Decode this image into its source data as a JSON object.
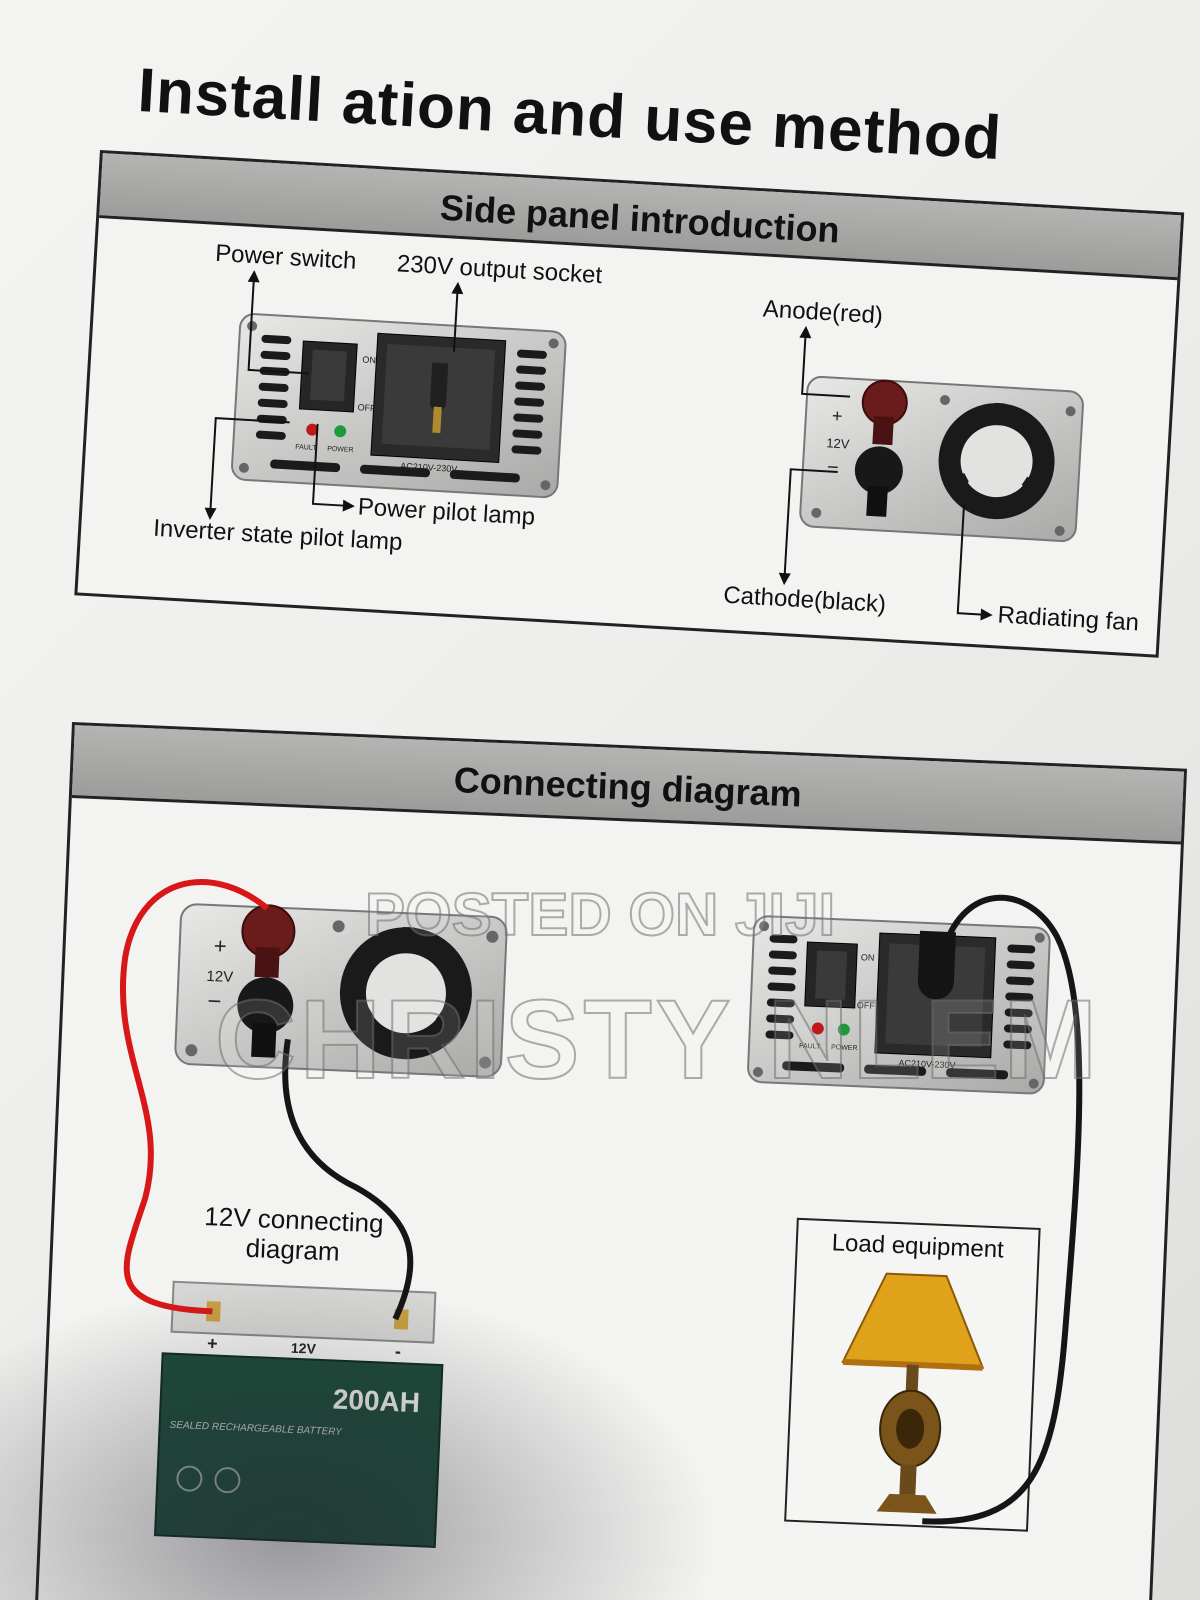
{
  "page": {
    "title": "Install ation and use method"
  },
  "side_panel": {
    "heading": "Side panel introduction",
    "labels": {
      "power_switch": "Power switch",
      "output_socket": "230V output socket",
      "power_pilot_lamp": "Power pilot lamp",
      "inverter_state_pilot_lamp": "Inverter state pilot lamp",
      "anode": "Anode(red)",
      "cathode": "Cathode(black)",
      "radiating_fan": "Radiating fan"
    },
    "device_text": {
      "on": "ON",
      "off": "OFF",
      "fault": "FAULT",
      "power": "POWER",
      "rating": "AC210V-230V",
      "plus": "+",
      "minus": "−",
      "volt": "12V"
    }
  },
  "connecting": {
    "heading": "Connecting diagram",
    "battery_caption_line1": "12V connecting",
    "battery_caption_line2": "diagram",
    "battery": {
      "capacity": "200AH",
      "subtitle": "SEALED RECHARGEABLE BATTERY",
      "plus": "+",
      "volt": "12V",
      "minus": "-"
    },
    "load_label": "Load equipment"
  },
  "watermark": {
    "line1": "POSTED ON JIJI",
    "line2": "CHRISTY NLEM"
  },
  "colors": {
    "panel_header": "#a8a8a6",
    "red_cable": "#d81818",
    "black_cable": "#151515",
    "terminal_red": "#6a1c1c",
    "battery_body": "#1d4a3a",
    "lamp_shade": "#e0a21a"
  }
}
